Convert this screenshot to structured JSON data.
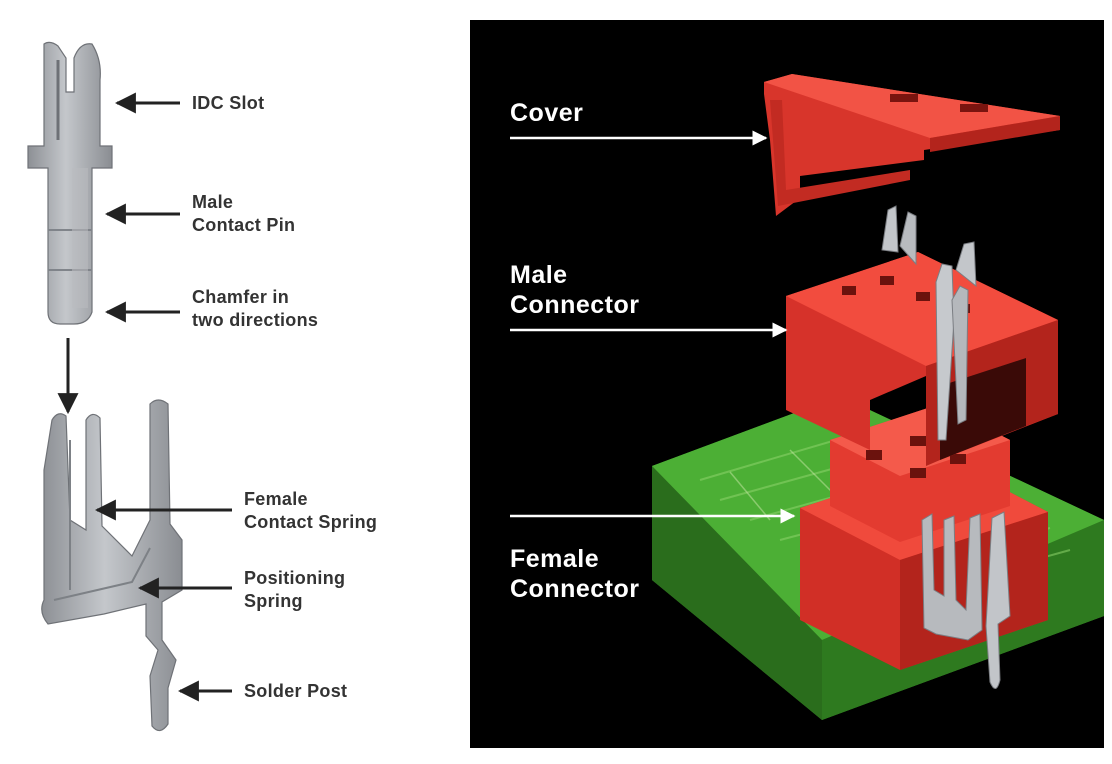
{
  "contact_labels": {
    "idc_slot": "IDC Slot",
    "male_contact_pin": "Male\nContact Pin",
    "chamfer": "Chamfer in\ntwo directions",
    "female_contact_spring": "Female\nContact Spring",
    "positioning_spring": "Positioning\nSpring",
    "solder_post": "Solder Post"
  },
  "connector_labels": {
    "cover": "Cover",
    "male_connector": "Male\nConnector",
    "female_connector": "Female\nConnector"
  },
  "colors": {
    "metal": "#a6a9ad",
    "connector_red": "#e8372e",
    "pcb_green": "#3f9a2c",
    "panel_background": "#000000"
  }
}
